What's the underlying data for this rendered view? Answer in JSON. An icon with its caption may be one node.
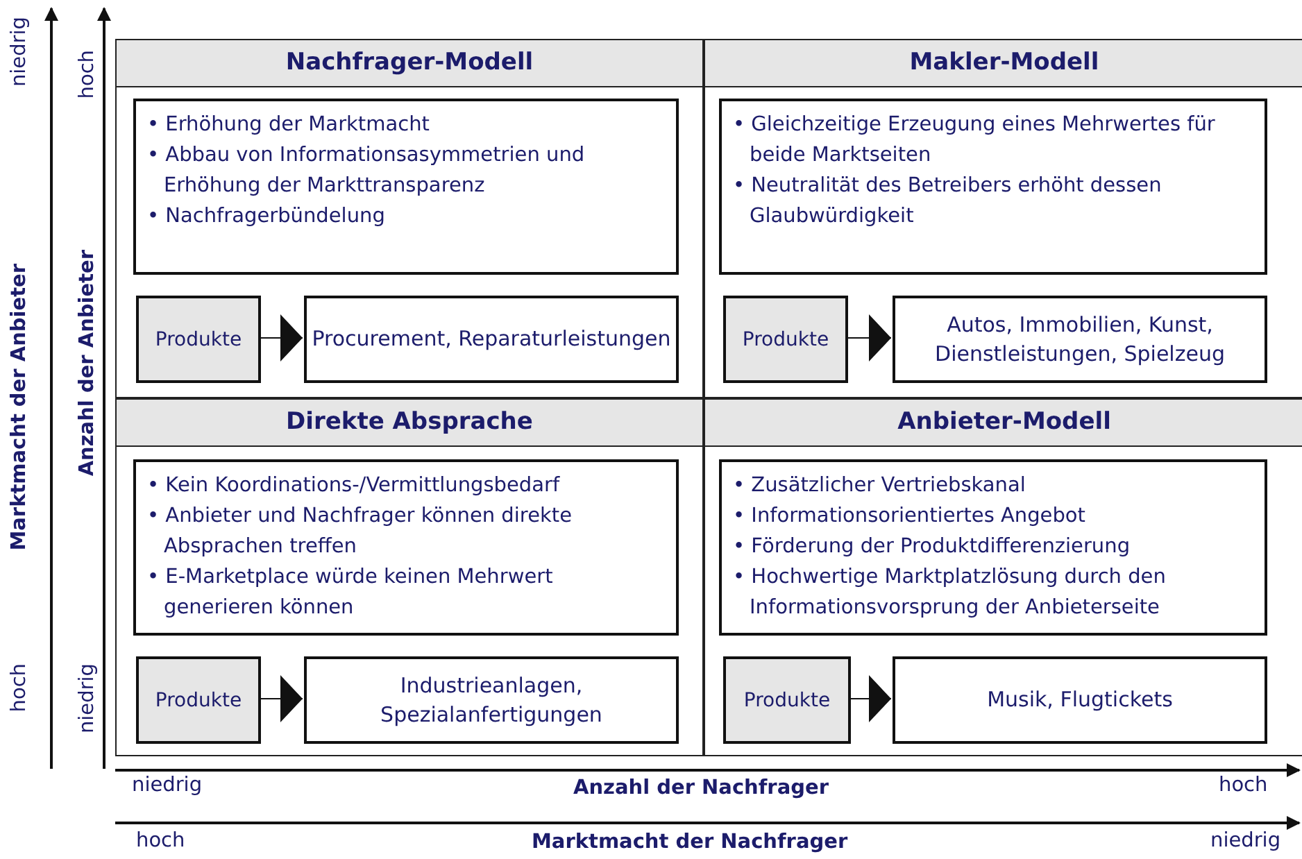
{
  "diagram": {
    "nodes": [
      {
        "text": [
          "Nachfrager-Modell"
        ]
      },
      {
        "text": [
          "• Erhöhung der Marktmacht",
          "• Abbau von Informationsasymmetrien und Erhöhung der Markttransparenz",
          "• Nachfragerbündelung"
        ],
        "in": 0
      },
      {
        "text": [
          "Produkte"
        ],
        "in": 0
      },
      {
        "text": [
          "Procurement, Reparaturleistungen"
        ],
        "in": 0
      },
      {
        "text": [
          "Makler-Modell"
        ]
      },
      {
        "text": [
          "• Gleichzeitige Erzeugung eines Mehrwertes für beide Marktseiten",
          "• Neutralität des Betreibers erhöht dessen Glaubwürdigkeit"
        ],
        "in": 4
      },
      {
        "text": [
          "Produkte"
        ],
        "in": 4
      },
      {
        "text": [
          "Autos, Immobilien, Kunst, Dienstleistungen, Spielzeug"
        ],
        "in": 4
      },
      {
        "text": [
          "Direkte Absprache"
        ]
      },
      {
        "text": [
          "• Kein Koordinations-/Vermittlungsbedarf",
          "• Anbieter und Nachfrager können direkte Absprachen treffen",
          "• E-Marketplace würde keinen Mehrwert generieren können"
        ],
        "in": 8
      },
      {
        "text": [
          "Produkte"
        ],
        "in": 8
      },
      {
        "text": [
          "Industrieanlagen, Spezialanfertigungen"
        ],
        "in": 8
      },
      {
        "text": [
          "Anbieter-Modell"
        ]
      },
      {
        "text": [
          "• Zusätzlicher Vertriebskanal",
          "• Informationsorientiertes Angebot",
          "• Förderung der Produktdifferenzierung",
          "• Hochwertige Marktplatzlösung durch den Informationsvorsprung der Anbieterseite"
        ],
        "in": 12
      },
      {
        "text": [
          "Produkte"
        ],
        "in": 12
      },
      {
        "text": [
          "Musik, Flugtickets"
        ],
        "in": 12
      }
    ],
    "edges": [
      {
        "from": 2,
        "to": 3,
        "arrow": "to"
      },
      {
        "from": 6,
        "to": 7,
        "arrow": "to"
      },
      {
        "from": 10,
        "to": 11,
        "arrow": "to"
      },
      {
        "from": 14,
        "to": 15,
        "arrow": "to"
      }
    ],
    "labels": [
      "niedrig",
      "Marktmacht der Anbieter",
      "hoch",
      "hoch",
      "Anzahl der Anbieter",
      "niedrig",
      "niedrig",
      "Anzahl der Nachfrager",
      "hoch",
      "hoch",
      "Marktmacht der Nachfrager",
      "niedrig"
    ]
  }
}
